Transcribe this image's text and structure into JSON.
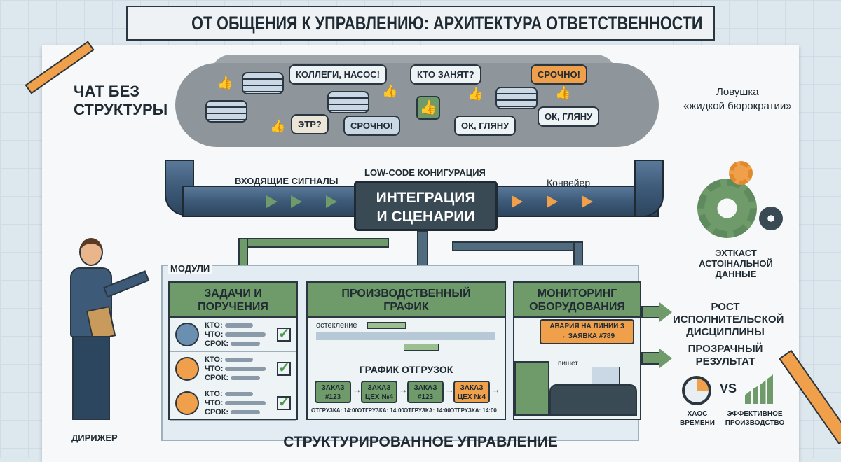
{
  "title": "ОТ ОБЩЕНИЯ К УПРАВЛЕНИЮ: АРХИТЕКТУРА ОТВЕТСТВЕННОСТИ",
  "chaos": {
    "label_line1": "ЧАТ БЕЗ",
    "label_line2": "СТРУКТУРЫ",
    "trap_line1": "Ловушка",
    "trap_line2": "«жидкой бюрократии»",
    "bubbles": [
      "КОЛЛЕГИ, НАСОС!",
      "КТО ЗАНЯТ?",
      "СРОЧНО!",
      "ЭТР?",
      "СРОЧНО!",
      "ОК, ГЛЯНУ",
      "ОК, ГЛЯНУ"
    ]
  },
  "pipeline": {
    "incoming": "ВХОДЯЩИЕ СИГНАЛЫ",
    "config": "LOW-CODE КОНИГУРАЦИЯ",
    "conveyor": "Конвейер",
    "hub_line1": "ИНТЕГРАЦИЯ",
    "hub_line2": "И СЦЕНАРИИ"
  },
  "gears_label": [
    "ЭХТКАСТ",
    "АСТОIНАЛЬНОЙ",
    "ДАННЫЕ"
  ],
  "modules": {
    "label": "МОДУЛИ",
    "tasks": {
      "title_line1": "ЗАДАЧИ И",
      "title_line2": "ПОРУЧЕНИЯ",
      "who": "КТО:",
      "what": "ЧТО:",
      "due": "СРОК:",
      "avatar_colors": [
        "#6b8fb0",
        "#f0a04b",
        "#f0a04b"
      ]
    },
    "schedule": {
      "title_line1": "ПРОИЗВОДСТВЕННЫЙ",
      "title_line2": "ГРАФИК",
      "gantt_label": "остекление",
      "shipments_title": "ГРАФИК ОТГРУЗОК",
      "orders": [
        {
          "line1": "ЗАКАЗ",
          "line2": "#123",
          "ship": "ОТГРУЗКА: 14:00",
          "color": "#6f9a6a"
        },
        {
          "line1": "ЗАКАЗ",
          "line2": "ЦЕХ №4",
          "ship": "ОТГРУЗКА: 14:00",
          "color": "#6f9a6a"
        },
        {
          "line1": "ЗАКАЗ",
          "line2": "#123",
          "ship": "ОТГРУЗКА: 14:00",
          "color": "#6f9a6a"
        },
        {
          "line1": "ЗАКАЗ",
          "line2": "ЦЕХ №4",
          "ship": "ОТГРУЗКА: 14:00",
          "color": "#f0a04b"
        }
      ]
    },
    "monitoring": {
      "title_line1": "МОНИТОРИНГ",
      "title_line2": "ОБОРУДОВАНИЯ",
      "alert_line1": "АВАРИЯ НА ЛИНИИ 3",
      "alert_line2": "→ ЗАЯВКА #789",
      "writes": "пишет"
    }
  },
  "results": {
    "discipline": [
      "РОСТ",
      "ИСПОЛНИТЕЛЬСКОЙ",
      "ДИСЦИПЛИНЫ"
    ],
    "transparent": [
      "ПРОЗРАЧНЫЙ",
      "РЕЗУЛЬТАТ"
    ],
    "vs": "VS",
    "chaos_time": [
      "ХАОС",
      "ВРЕМЕНИ"
    ],
    "efficient": [
      "ЭФФЕКТИВНОЕ",
      "ПРОИЗВОДСТВО"
    ]
  },
  "conductor": "ДИРИЖЕР",
  "footer": "СТРУКТУРИРОВАННОЕ УПРАВЛЕНИЕ",
  "colors": {
    "green": "#6f9a6a",
    "orange": "#f0a04b",
    "pipe": "#3d5a78",
    "hub": "#3a4a55"
  }
}
